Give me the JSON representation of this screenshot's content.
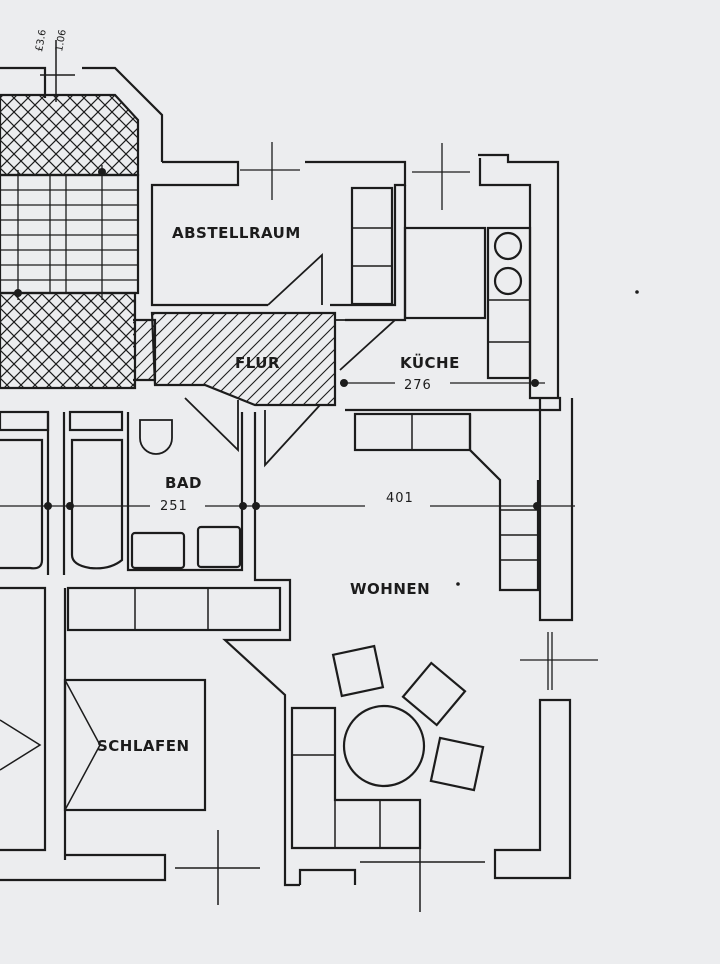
{
  "colors": {
    "paper": "#ecedef",
    "ink": "#1c1c1c"
  },
  "rooms": {
    "abstellraum": "ABSTELLRAUM",
    "flur": "FLUR",
    "kueche": "KÜCHE",
    "bad": "BAD",
    "wohnen": "WOHNEN",
    "schlafen": "SCHLAFEN"
  },
  "dimensions": {
    "kueche": "276",
    "bad": "251",
    "wohnen": "401"
  },
  "annotations": {
    "stair_note_1": "£3.6",
    "stair_note_2": "1.06"
  }
}
